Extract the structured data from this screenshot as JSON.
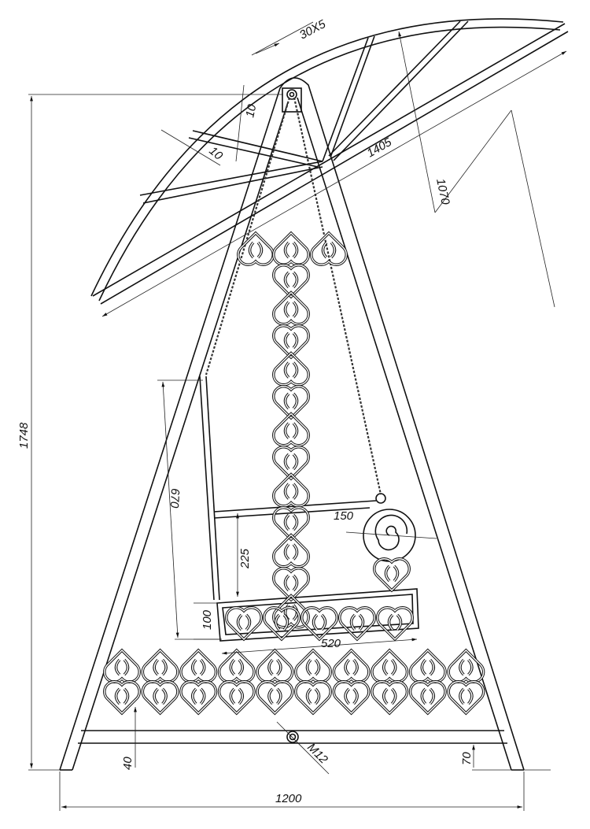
{
  "drawing": {
    "title": "Swing with canopy technical drawing",
    "dimensions": {
      "profile": "30X5",
      "gap_a": "10",
      "gap_b": "10",
      "canopy_length": "1405",
      "canopy_width": "1070",
      "total_height": "1748",
      "seat_back_height": "670",
      "seat_height": "225",
      "scroll_diameter": "150",
      "seat_box_height": "100",
      "seat_width": "520",
      "bottom_offset": "40",
      "bolt": "M12",
      "crossbar_height": "70",
      "total_width": "1200"
    }
  }
}
